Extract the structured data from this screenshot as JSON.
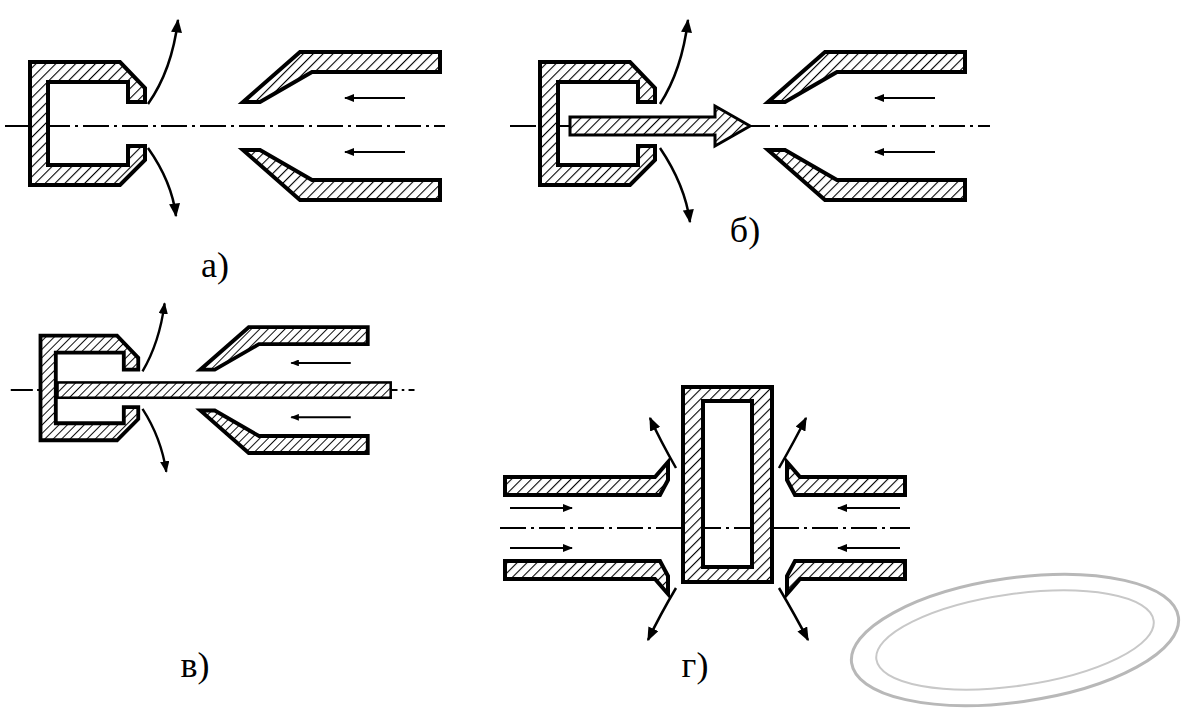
{
  "diagram": {
    "labels": [
      "а)",
      "б)",
      "в)",
      "г)"
    ]
  }
}
